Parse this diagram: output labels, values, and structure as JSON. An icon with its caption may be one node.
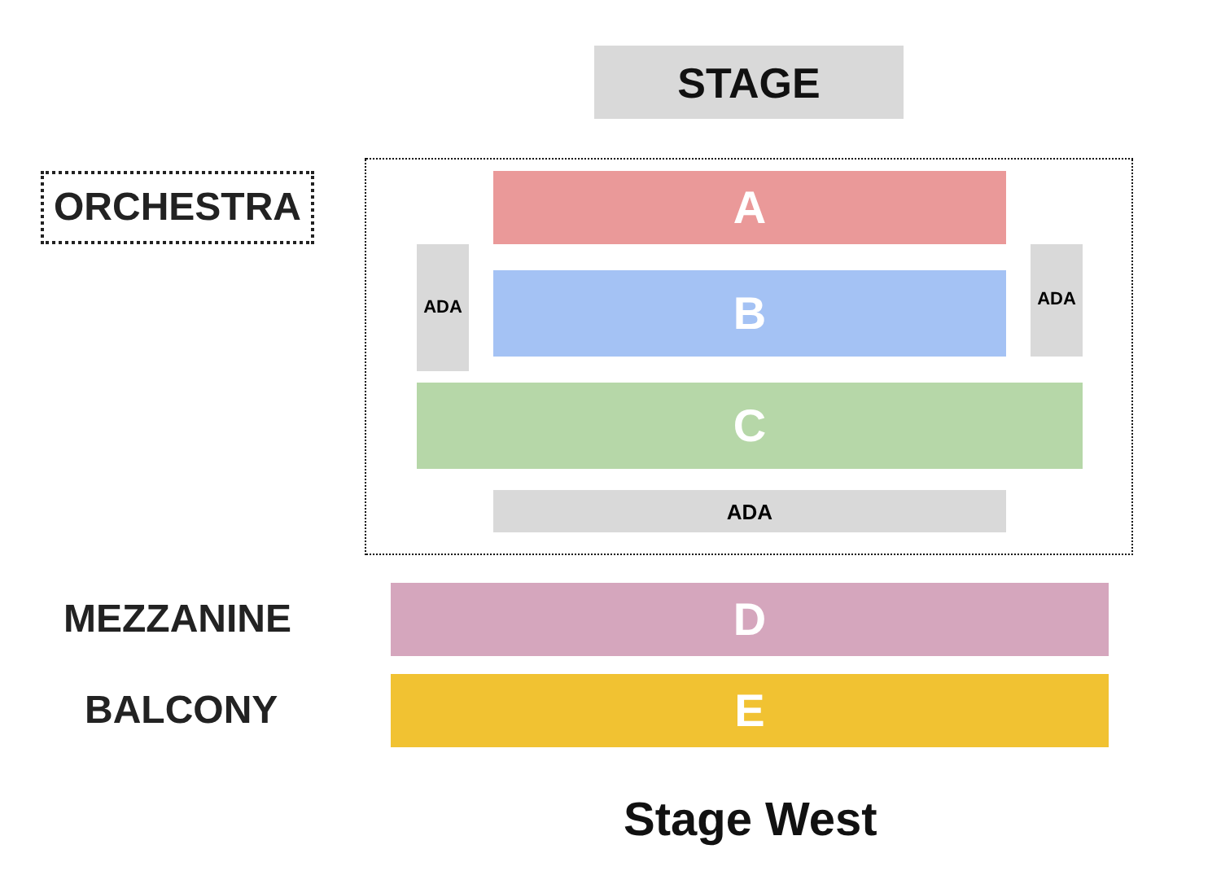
{
  "diagram": {
    "title": "Stage West",
    "nodes": [
      {
        "text": [
          "STAGE"
        ]
      },
      {
        "text": [
          "ORCHESTRA"
        ]
      },
      {
        "text": [],
        "shape": "box"
      },
      {
        "text": [
          "A"
        ],
        "in": 2
      },
      {
        "text": [
          "ADA"
        ],
        "in": 2
      },
      {
        "text": [
          "B"
        ],
        "in": 2
      },
      {
        "text": [
          "ADA"
        ],
        "in": 2
      },
      {
        "text": [
          "C"
        ],
        "in": 2
      },
      {
        "text": [
          "ADA"
        ],
        "in": 2
      },
      {
        "text": [
          "D"
        ]
      },
      {
        "text": [
          "E"
        ]
      }
    ],
    "labels": [
      "MEZZANINE",
      "BALCONY"
    ]
  }
}
